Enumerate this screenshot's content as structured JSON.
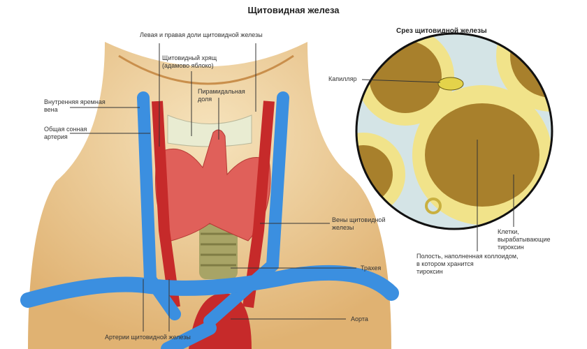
{
  "title": "Щитовидная железа",
  "section_title": "Срез щитовидной железы",
  "labels": {
    "lobes": "Левая и правая доли щитовидной железы",
    "cartilage": "Щитовидный хрящ\n(адамово яблоко)",
    "pyramidal": "Пирамидальная\nдоля",
    "jugular": "Внутренняя яремная\nвена",
    "carotid": "Общая сонная\nартерия",
    "veins": "Вены щитовидной\nжелезы",
    "trachea": "Трахея",
    "aorta": "Аорта",
    "arteries": "Артерии щитовидной железы",
    "capillary": "Капилляр",
    "cells": "Клетки,\nвырабатывающие\nтироксин",
    "cavity": "Полость, наполненная коллоидом,\nв котором хранится\nтироксин"
  },
  "colors": {
    "skin": "#f1d6a0",
    "vein": "#3b8fe0",
    "artery": "#c62a2a",
    "gland": "#e0605a",
    "colloid": "#a8802c"
  }
}
